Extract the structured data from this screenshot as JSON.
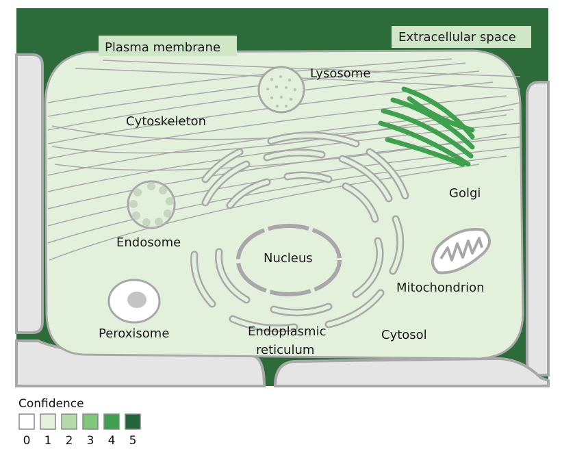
{
  "labels": {
    "plasma_membrane": "Plasma membrane",
    "extracellular_space": "Extracellular space",
    "lysosome": "Lysosome",
    "cytoskeleton": "Cytoskeleton",
    "golgi": "Golgi",
    "endosome": "Endosome",
    "nucleus": "Nucleus",
    "mitochondrion": "Mitochondrion",
    "peroxisome": "Peroxisome",
    "er_line1": "Endoplasmic",
    "er_line2": "reticulum",
    "cytosol": "Cytosol"
  },
  "legend": {
    "title": "Confidence",
    "levels": [
      {
        "label": "0",
        "color": "#ffffff"
      },
      {
        "label": "1",
        "color": "#e3f1dc"
      },
      {
        "label": "2",
        "color": "#b5dbaa"
      },
      {
        "label": "3",
        "color": "#7ec77c"
      },
      {
        "label": "4",
        "color": "#3fa04e"
      },
      {
        "label": "5",
        "color": "#23643a"
      }
    ]
  },
  "colors": {
    "extracellular": "#2e6b3a",
    "cytosol": "#e3f1dc",
    "plasma_membrane_label_bg": "#cfe7c6",
    "golgi": "#3fa04e",
    "neighbor_cell": "#e5e5e5",
    "outline_gray": "#a8a8a8"
  }
}
